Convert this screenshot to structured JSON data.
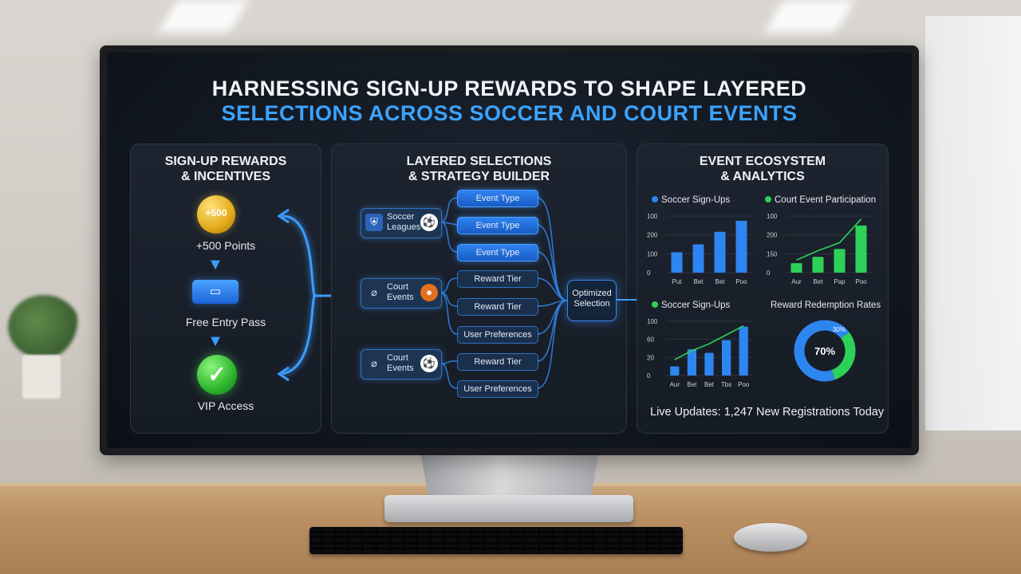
{
  "title": {
    "line1": "HARNESSING SIGN-UP REWARDS TO SHAPE LAYERED",
    "line2": "SELECTIONS ACROSS SOCCER AND COURT EVENTS"
  },
  "rewards_panel": {
    "title_line1": "SIGN-UP REWARDS",
    "title_line2": "& INCENTIVES",
    "coin_text": "+500",
    "points_label": "+500 Points",
    "pass_label": "Free Entry Pass",
    "vip_label": "VIP Access"
  },
  "strategy_panel": {
    "title_line1": "LAYERED SELECTIONS",
    "title_line2": "& STRATEGY BUILDER",
    "events": [
      {
        "line1": "Soccer",
        "line2": "Leagues",
        "icon": "soccer-ball-icon"
      },
      {
        "line1": "Court",
        "line2": "Events",
        "icon": "basketball-icon"
      },
      {
        "line1": "Court",
        "line2": "Events",
        "icon": "soccer-ball-icon"
      }
    ],
    "nodes": [
      "Event Type",
      "Event Type",
      "Event Type",
      "Reward Tier",
      "Reward Tier",
      "User Preferences",
      "Reward Tier",
      "User Preferences"
    ],
    "optimized_line1": "Optimized",
    "optimized_line2": "Selection"
  },
  "analytics_panel": {
    "title_line1": "EVENT ECOSYSTEM",
    "title_line2": "& ANALYTICS",
    "colors": {
      "blue": "#2d86f0",
      "green": "#2ed158"
    },
    "live_updates": "Live Updates: 1,247 New Registrations Today"
  },
  "chart_data": [
    {
      "type": "bar",
      "title": "Soccer Sign-Ups",
      "categories": [
        "Put",
        "Bet",
        "Bet",
        "Poo"
      ],
      "values": [
        65,
        90,
        130,
        165
      ],
      "yticks": [
        "100",
        "200",
        "100",
        "0"
      ],
      "color": "#2d86f0"
    },
    {
      "type": "bar",
      "title": "Court Event Participation",
      "categories": [
        "Aur",
        "Bet",
        "Pap",
        "Poo"
      ],
      "values": [
        30,
        50,
        75,
        150
      ],
      "line_values": [
        40,
        70,
        95,
        170
      ],
      "yticks": [
        "100",
        "200",
        "150",
        "0"
      ],
      "color": "#2ed158"
    },
    {
      "type": "bar",
      "title": "Soccer Sign-Ups",
      "categories": [
        "Aur",
        "Bet",
        "Bet",
        "Tbs",
        "Poo"
      ],
      "values": [
        20,
        58,
        50,
        78,
        108
      ],
      "line_values": [
        35,
        55,
        70,
        90,
        110
      ],
      "yticks": [
        "100",
        "60",
        "20",
        "0"
      ],
      "color": "#2d86f0"
    },
    {
      "type": "pie",
      "title": "Reward Redemption Rates",
      "slices": [
        {
          "label": "70%",
          "value": 70,
          "color": "#2d86f0"
        },
        {
          "label": "30%",
          "value": 30,
          "color": "#2ed158"
        }
      ]
    }
  ]
}
